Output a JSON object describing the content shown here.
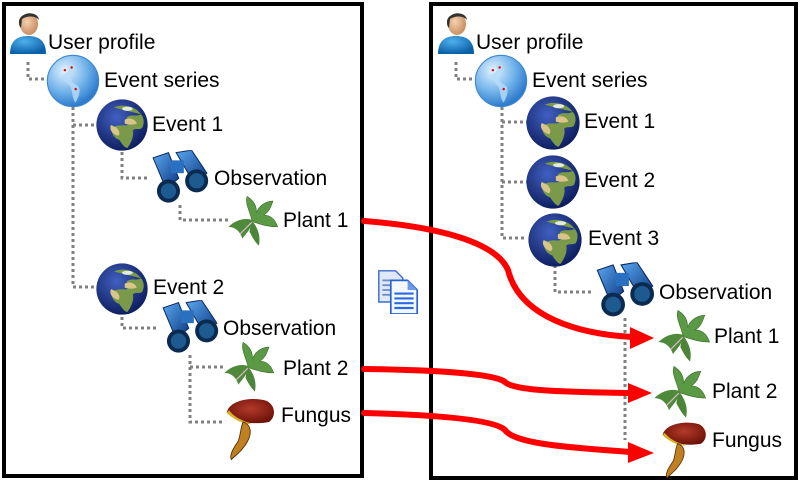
{
  "colors": {
    "arrow": "#ff0000",
    "connector": "#808080",
    "border": "#000000"
  },
  "left_tree": {
    "user_profile": "User profile",
    "event_series": "Event series",
    "event1": "Event 1",
    "event1_observation": "Observation",
    "plant1": "Plant 1",
    "event2": "Event 2",
    "event2_observation": "Observation",
    "plant2": "Plant 2",
    "fungus": "Fungus"
  },
  "right_tree": {
    "user_profile": "User profile",
    "event_series": "Event series",
    "event1": "Event 1",
    "event2": "Event 2",
    "event3": "Event 3",
    "observation": "Observation",
    "plant1": "Plant 1",
    "plant2": "Plant 2",
    "fungus": "Fungus"
  },
  "center_icon": "copy-documents-icon",
  "arrows": [
    {
      "from": "left.plant1",
      "to": "right.plant1"
    },
    {
      "from": "left.plant2",
      "to": "right.plant2"
    },
    {
      "from": "left.fungus",
      "to": "right.fungus"
    }
  ]
}
